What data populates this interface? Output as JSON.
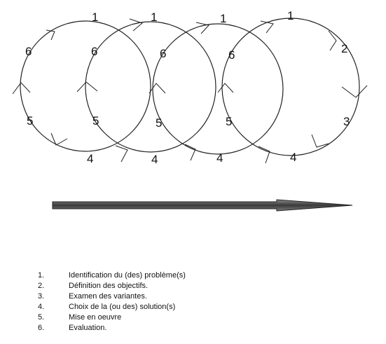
{
  "cycles": [
    {
      "labels": {
        "top": "1",
        "left_upper": "6",
        "left_lower": "5",
        "bottom": "4"
      }
    },
    {
      "labels": {
        "top": "1",
        "left_upper": "6",
        "left_lower": "5",
        "bottom": "4"
      }
    },
    {
      "labels": {
        "top": "1",
        "left_upper": "6",
        "left_lower": "5",
        "bottom": "4"
      }
    },
    {
      "labels": {
        "top": "1",
        "left_upper": "6",
        "left_lower": "5",
        "bottom": "4",
        "right_upper": "2",
        "right_lower": "3"
      }
    }
  ],
  "legend": [
    {
      "number": "1.",
      "text": "Identification du (des) problème(s)"
    },
    {
      "number": "2.",
      "text": "Définition des objectifs."
    },
    {
      "number": "3.",
      "text": "Examen des variantes."
    },
    {
      "number": "4.",
      "text": "Choix de la (ou des) solution(s)"
    },
    {
      "number": "5.",
      "text": "Mise en oeuvre"
    },
    {
      "number": "6.",
      "text": "Evaluation."
    }
  ],
  "colors": {
    "arrow_fill": "#555555",
    "line": "#222222"
  }
}
